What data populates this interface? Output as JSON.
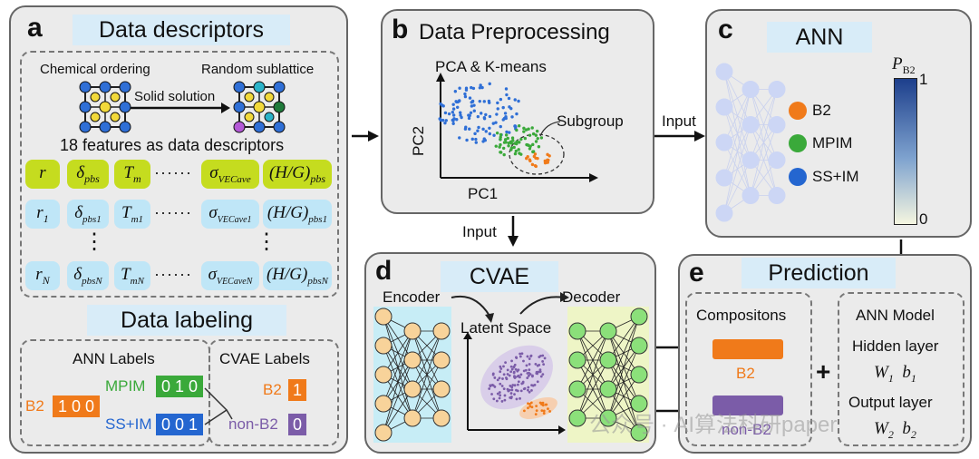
{
  "panel_a": {
    "letter": "a",
    "title": "Data descriptors",
    "chem_ordering": "Chemical ordering",
    "random_sublattice": "Random sublattice",
    "solid_solution": "Solid solution",
    "features_title": "18 features as data descriptors",
    "row1": [
      "r",
      "δ",
      "pbs",
      "T",
      "m",
      "σ",
      "VECave",
      "(H/G)",
      "pbs"
    ],
    "row2": [
      "r",
      "1",
      "δ",
      "pbs1",
      "T",
      "m1",
      "σ",
      "VECave1",
      "(H/G)",
      "pbs1"
    ],
    "rowN": [
      "r",
      "N",
      "δ",
      "pbsN",
      "T",
      "mN",
      "σ",
      "VECaveN",
      "(H/G)",
      "pbsN"
    ],
    "hdots": "······",
    "vdots": "⋮",
    "labeling_title": "Data labeling",
    "ann_labels": "ANN Labels",
    "cvae_labels": "CVAE Labels",
    "b2": "B2",
    "b2_code": "1 0 0",
    "mpim": "MPIM",
    "mpim_code": "0 1 0",
    "ssim": "SS+IM",
    "ssim_code": "0 0 1",
    "cvae_b2": "B2",
    "cvae_b2_code": "1",
    "nonb2": "non-B2",
    "nonb2_code": "0"
  },
  "panel_b": {
    "letter": "b",
    "title": "Data Preprocessing",
    "method": "PCA & K-means",
    "xlabel": "PC1",
    "ylabel": "PC2",
    "subgroup": "Subgroup",
    "input_down": "Input"
  },
  "panel_c": {
    "letter": "c",
    "title": "ANN",
    "input": "Input",
    "out1": "B2",
    "out2": "MPIM",
    "out3": "SS+IM",
    "colorbar_label": "P",
    "colorbar_sub": "B2",
    "cb_max": "1",
    "cb_min": "0"
  },
  "panel_d": {
    "letter": "d",
    "title": "CVAE",
    "encoder": "Encoder",
    "decoder": "Decoder",
    "latent": "Latent Space"
  },
  "panel_e": {
    "letter": "e",
    "title": "Prediction",
    "compositions": "Compositons",
    "b2": "B2",
    "nonb2": "non-B2",
    "plus": "+",
    "ann_model": "ANN Model",
    "hidden": "Hidden layer",
    "w1": "W",
    "w1s": "1",
    "b1": "b",
    "b1s": "1",
    "output": "Output layer",
    "w2": "W",
    "w2s": "2",
    "b2v": "b",
    "b2s": "2"
  },
  "watermark": "公众号 · AI算法科研paper",
  "colors": {
    "b2": "#f07a1a",
    "mpim": "#3aa93a",
    "ssim": "#2466d0",
    "nonb2": "#7b5ca8",
    "feature_green": "#c5dc1f",
    "feature_blue": "#bfe6f7"
  }
}
